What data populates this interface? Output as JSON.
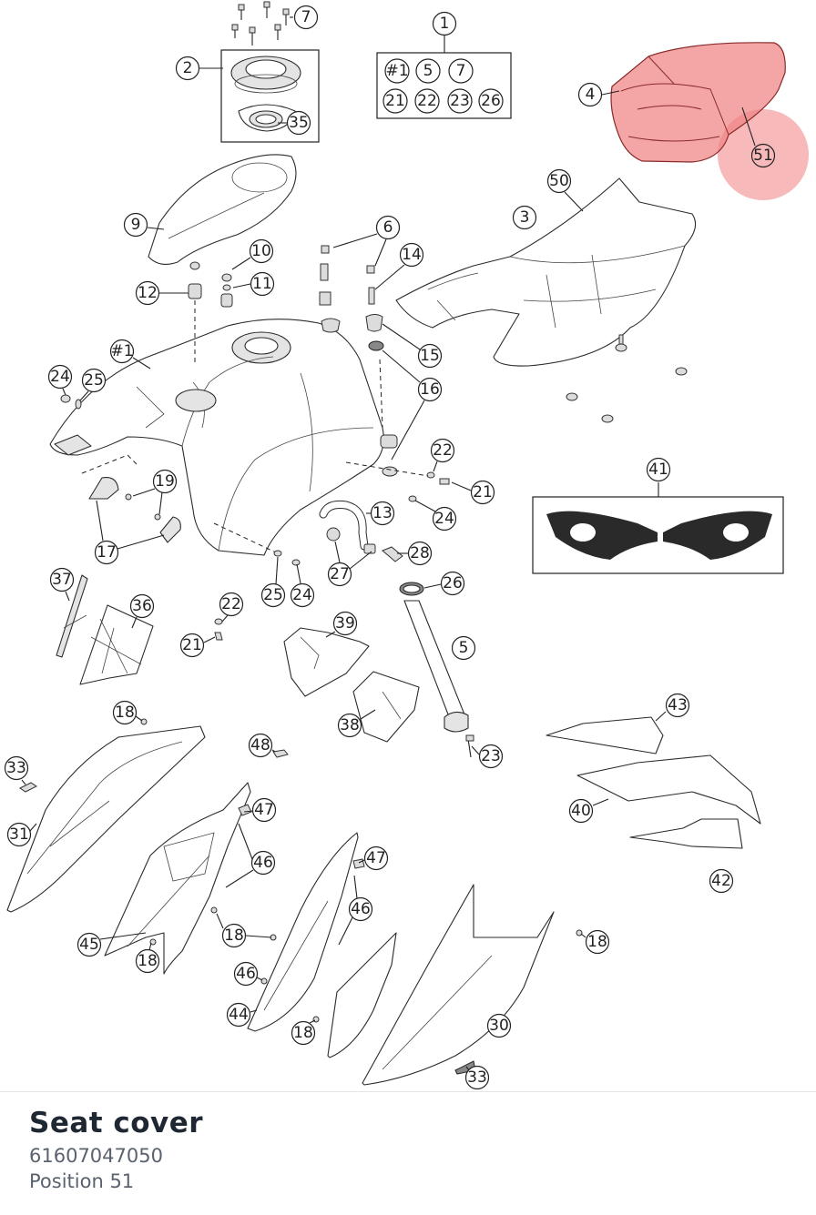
{
  "part": {
    "title": "Seat cover",
    "number": "61607047050",
    "position_label": "Position 51"
  },
  "diagram": {
    "highlight_color": "#f08080",
    "kit_box": {
      "header": "1",
      "row1": [
        "#1",
        "5",
        "7"
      ],
      "row2": [
        "21",
        "22",
        "23",
        "26"
      ]
    },
    "callouts": [
      "7",
      "2",
      "35",
      "4",
      "51",
      "50",
      "3",
      "9",
      "6",
      "10",
      "14",
      "11",
      "12",
      "15",
      "#1",
      "16",
      "24",
      "25",
      "22",
      "19",
      "21",
      "41",
      "13",
      "24",
      "17",
      "28",
      "27",
      "26",
      "37",
      "36",
      "22",
      "25",
      "24",
      "39",
      "21",
      "5",
      "18",
      "43",
      "48",
      "38",
      "23",
      "33",
      "47",
      "31",
      "40",
      "46",
      "42",
      "47",
      "46",
      "18",
      "45",
      "18",
      "46",
      "18",
      "44",
      "18",
      "30",
      "33"
    ]
  }
}
